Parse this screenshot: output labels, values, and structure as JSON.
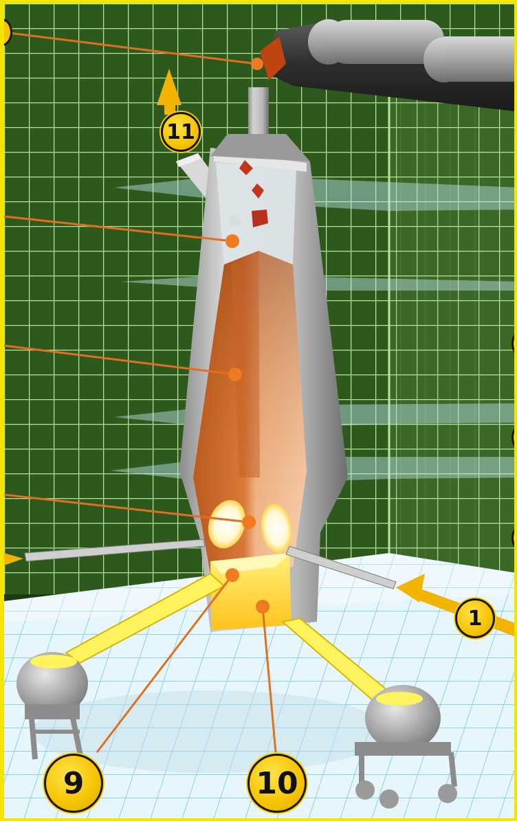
{
  "callouts": [
    {
      "number": "11",
      "target": "exhaust-gas-outlet"
    },
    {
      "number": "1",
      "target": "blast-air-pipe"
    },
    {
      "number": "9",
      "target": "slag-tap"
    },
    {
      "number": "10",
      "target": "molten-iron-tap"
    }
  ],
  "colors": {
    "grid_wall": "#2f5a1e",
    "grid_line": "#c9e7a8",
    "floor": "#dff3fb",
    "floor_grid": "#7fc8e4",
    "leader_line": "#e0701f",
    "callout_fill": "#f5c400",
    "frame": "#f2e600"
  }
}
